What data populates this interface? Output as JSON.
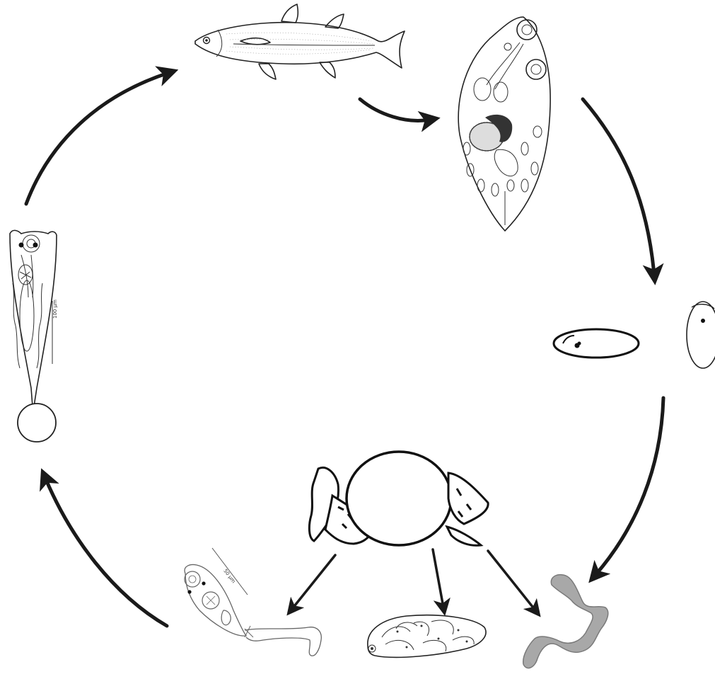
{
  "diagram": {
    "nodes": [
      {
        "id": "definitive-host",
        "icon": "fish-icon"
      },
      {
        "id": "adult",
        "icon": "adult-fluke-icon"
      },
      {
        "id": "eggs",
        "icon": "egg-icon"
      },
      {
        "id": "miracidium",
        "icon": "miracidium-icon"
      },
      {
        "id": "intermediate-host",
        "icon": "snail-icon"
      },
      {
        "id": "sporocyst",
        "icon": "sporocyst-icon"
      },
      {
        "id": "redia",
        "icon": "redia-icon"
      },
      {
        "id": "cercaria",
        "icon": "cercaria-icon"
      },
      {
        "id": "metacercaria",
        "icon": "metacercaria-icon"
      }
    ],
    "edges": [
      {
        "from": "metacercaria",
        "to": "definitive-host"
      },
      {
        "from": "definitive-host",
        "to": "adult"
      },
      {
        "from": "adult",
        "to": "eggs"
      },
      {
        "from": "eggs",
        "to": "miracidium"
      },
      {
        "from": "intermediate-host",
        "to": "cercaria"
      },
      {
        "from": "intermediate-host",
        "to": "redia"
      },
      {
        "from": "intermediate-host",
        "to": "sporocyst"
      },
      {
        "from": "cercaria",
        "to": "metacercaria"
      }
    ],
    "scale_bars": [
      {
        "near": "metacercaria",
        "label": "100 µm"
      },
      {
        "near": "cercaria",
        "label": "50 µm"
      }
    ]
  }
}
